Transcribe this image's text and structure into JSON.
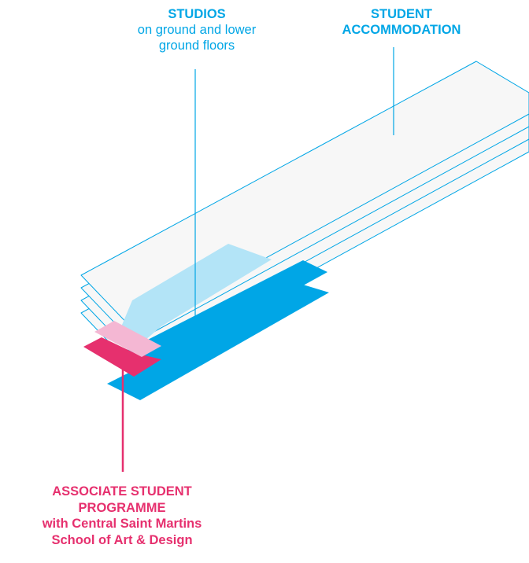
{
  "colors": {
    "cyan": "#00a6e6",
    "light_cyan": "#b3e4f7",
    "magenta": "#e6306e",
    "light_magenta": "#f4b7d3",
    "slab_fill": "#f7f7f7"
  },
  "labels": {
    "studios": {
      "title": "STUDIOS",
      "line1": "on ground and lower",
      "line2": "ground floors"
    },
    "accommodation": {
      "line1": "STUDENT",
      "line2": "ACCOMMODATION"
    },
    "associate": {
      "line1": "ASSOCIATE STUDENT",
      "line2": "PROGRAMME",
      "line3": "with Central Saint Martins",
      "line4": "School of Art & Design"
    }
  }
}
